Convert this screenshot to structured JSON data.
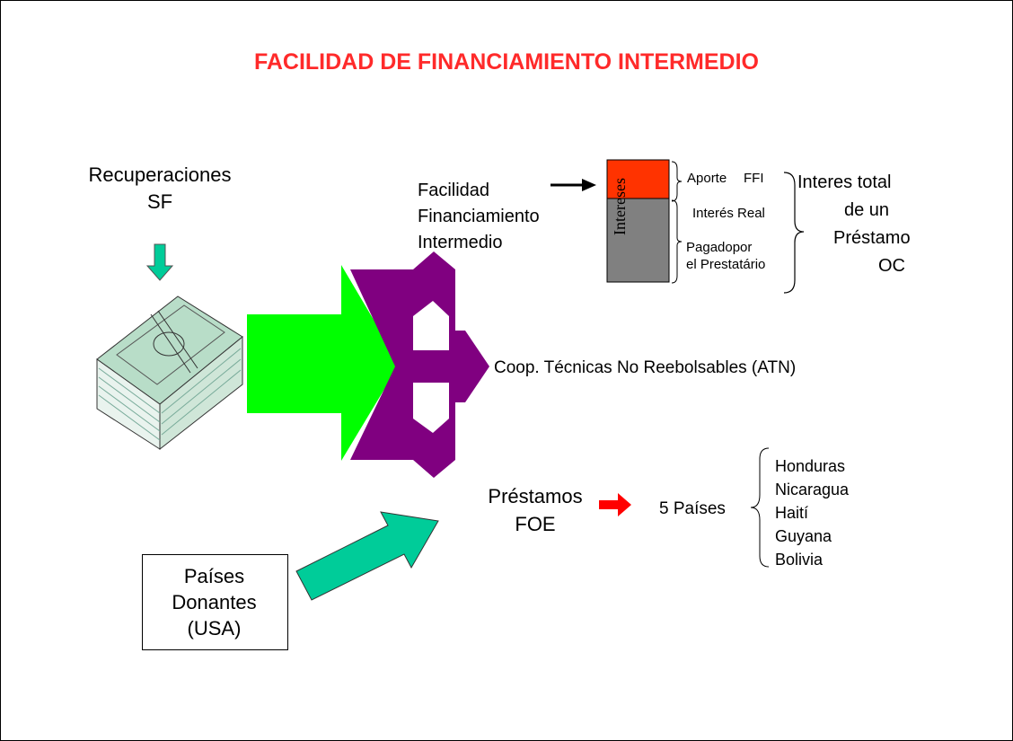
{
  "title": "FACILIDAD DE FINANCIAMIENTO INTERMEDIO",
  "recuperaciones": {
    "line1": "Recuperaciones",
    "line2": "SF"
  },
  "facilidad": {
    "line1": "Facilidad",
    "line2": "Financiamiento",
    "line3": "Intermedio"
  },
  "bar": {
    "vertical_label": "Intereses",
    "top_segment_color": "#ff3300",
    "bottom_segment_color": "#808080",
    "aporte_label": "Aporte",
    "ffi_label": "FFI",
    "interes_real_label": "Interés Real",
    "pagado_line1": "Pagadopor",
    "pagado_line2": "el Prestatário"
  },
  "interes_total": {
    "line1": "Interes total",
    "line2": "de un",
    "line3": "Préstamo",
    "line4": "OC"
  },
  "atn_label": "Coop. Técnicas No Reebolsables (ATN)",
  "prestamos": {
    "line1": "Préstamos",
    "line2": "FOE"
  },
  "paises_count_label": "5 Países",
  "countries": [
    "Honduras",
    "Nicaragua",
    "Haití",
    "Guyana",
    "Bolivia"
  ],
  "donantes": {
    "line1": "Países",
    "line2": "Donantes",
    "line3": "(USA)"
  },
  "colors": {
    "title": "#ff2a2a",
    "big_arrow_green": "#00ff00",
    "purple_split_arrow": "#800080",
    "teal_arrow": "#00cc99",
    "red_arrow": "#ff0000"
  },
  "icons": {
    "money_stack": "money-stack-icon",
    "down_arrow": "teal-down-arrow",
    "diagonal_arrow": "teal-diagonal-arrow"
  }
}
